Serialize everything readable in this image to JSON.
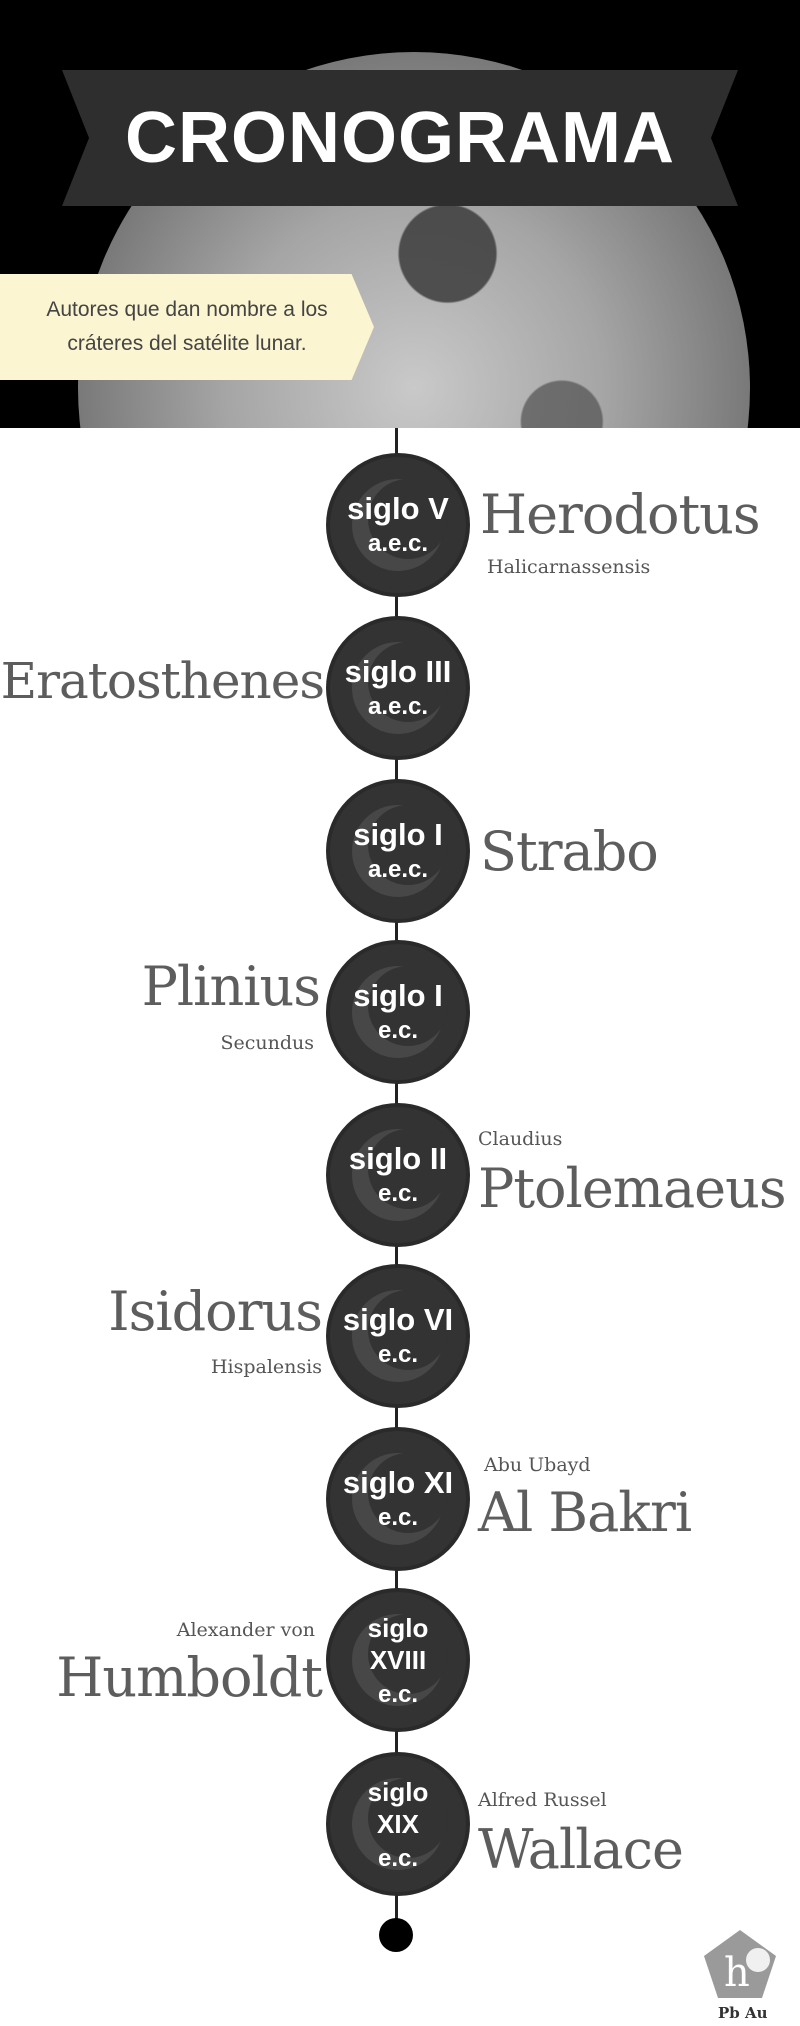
{
  "header": {
    "title": "CRONOGRAMA",
    "subtitle": "Autores que dan nombre a los cráteres del satélite lunar."
  },
  "timeline": [
    {
      "century": "siglo V",
      "era": "a.e.c.",
      "name": "Herodotus",
      "detail": "Halicarnassensis"
    },
    {
      "century": "siglo III",
      "era": "a.e.c.",
      "name": "Eratosthenes",
      "detail": ""
    },
    {
      "century": "siglo I",
      "era": "a.e.c.",
      "name": "Strabo",
      "detail": ""
    },
    {
      "century": "siglo I",
      "era": "e.c.",
      "name": "Plinius",
      "detail": "Secundus"
    },
    {
      "century": "siglo II",
      "era": "e.c.",
      "name": "Ptolemaeus",
      "detail": "Claudius"
    },
    {
      "century": "siglo VI",
      "era": "e.c.",
      "name": "Isidorus",
      "detail": "Hispalensis"
    },
    {
      "century": "siglo XI",
      "era": "e.c.",
      "name": "Al Bakri",
      "detail": "Abu Ubayd"
    },
    {
      "century": "siglo XVIII",
      "era": "e.c.",
      "name": "Humboldt",
      "detail": "Alexander von"
    },
    {
      "century": "siglo XIX",
      "era": "e.c.",
      "name": "Wallace",
      "detail": "Alfred Russel"
    }
  ],
  "logo": {
    "label": "Pb Au",
    "icon": "pentagon-logo-icon"
  }
}
